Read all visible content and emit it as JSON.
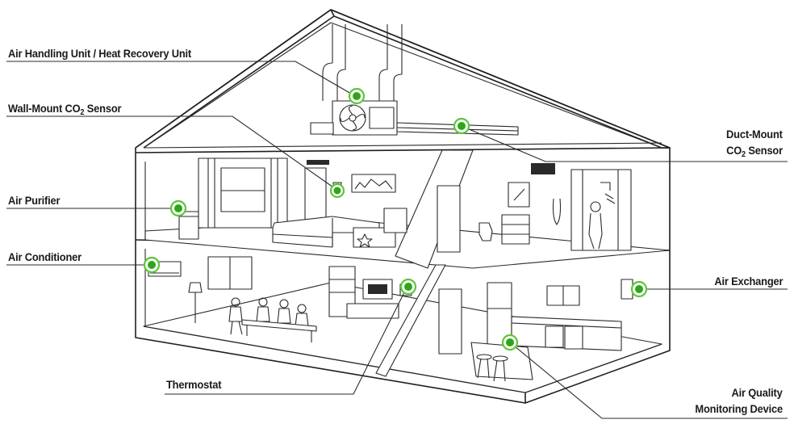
{
  "colors": {
    "accent": "#2fa51c",
    "halo": "#5cc636",
    "line": "#2a2a2a"
  },
  "labels": {
    "ahu": "Air Handling Unit / Heat Recovery Unit",
    "wall_co2_prefix": "Wall-Mount CO",
    "wall_co2_sub": "2",
    "wall_co2_suffix": " Sensor",
    "purifier": "Air Purifier",
    "conditioner": "Air Conditioner",
    "thermostat": "Thermostat",
    "duct_line1": "Duct-Mount",
    "duct_co2_prefix": "CO",
    "duct_co2_sub": "2",
    "duct_co2_suffix": " Sensor",
    "exchanger": "Air Exchanger",
    "aq_line1": "Air Quality",
    "aq_line2": "Monitoring Device"
  }
}
